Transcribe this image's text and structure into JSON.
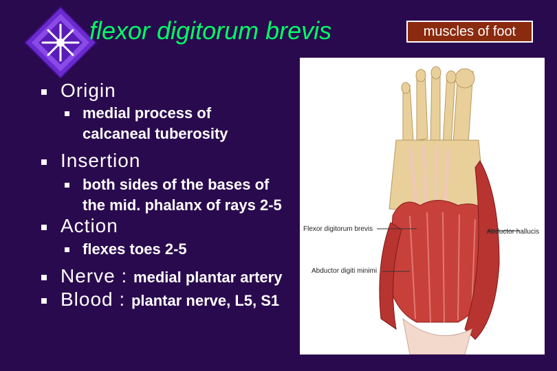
{
  "title": "flexor digitorum brevis",
  "badge": "muscles of foot",
  "bullets": {
    "origin": {
      "label": "Origin",
      "detail_line1": "medial process of",
      "detail_line2": "calcaneal tuberosity"
    },
    "insertion": {
      "label": "Insertion",
      "detail_line1": "both sides of the bases of",
      "detail_line2": "the mid. phalanx of rays 2-5"
    },
    "action": {
      "label": "Action",
      "detail": "flexes toes 2-5"
    },
    "nerve": {
      "label": "Nerve : ",
      "value": "medial plantar artery"
    },
    "blood": {
      "label": "Blood : ",
      "value": "plantar nerve, L5, S1"
    }
  },
  "figure": {
    "label_fdb": "Flexor digitorum brevis",
    "label_ah": "Abductor hallucis",
    "label_adm": "Abductor digiti minimi"
  },
  "colors": {
    "background": "#2a0a4e",
    "title": "#00ff66",
    "badge_bg": "#8a2a0e",
    "text": "#ffffff"
  }
}
